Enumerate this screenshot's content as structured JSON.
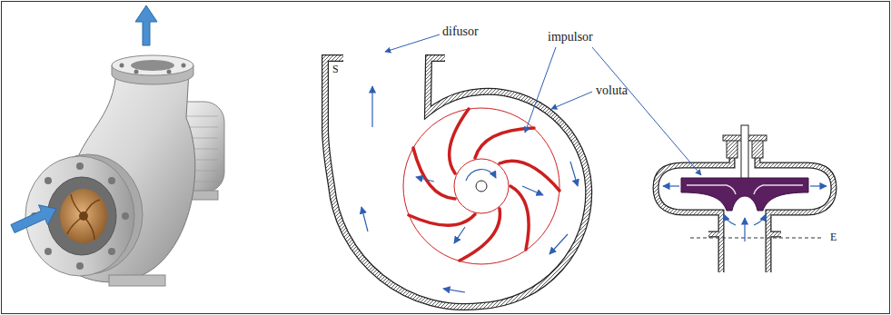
{
  "diagram": {
    "labels": [
      "S",
      "difusor",
      "impulsor",
      "voluta",
      "E"
    ]
  }
}
